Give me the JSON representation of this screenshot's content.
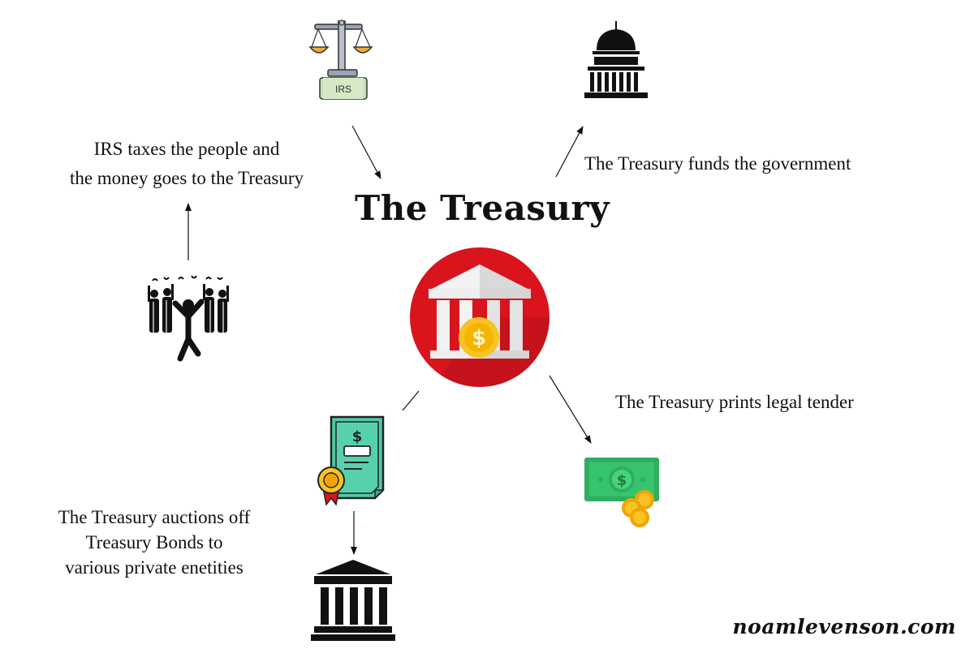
{
  "title": "The Treasury",
  "icons": {
    "irs": "irs-scale-icon",
    "government": "capitol-dome-icon",
    "people": "crowd-icon",
    "treasury": "treasury-bank-coin-icon",
    "bond": "bond-certificate-icon",
    "entities": "bank-building-icon",
    "tender": "cash-coins-icon"
  },
  "irs_badge": "IRS",
  "captions": {
    "irs_taxes": [
      "IRS taxes the people and",
      "the money goes to the Treasury"
    ],
    "funds_government": "The Treasury funds the government",
    "prints_tender": "The Treasury prints legal tender",
    "auctions_bonds": [
      "The Treasury auctions off",
      "Treasury Bonds to",
      "various private enetities"
    ]
  },
  "credit": "noamlevenson.com",
  "colors": {
    "treasury_red": "#d9141d",
    "coin_gold": "#f7c325",
    "cash_green": "#2fae5f",
    "bond_teal": "#4fc9a4"
  }
}
